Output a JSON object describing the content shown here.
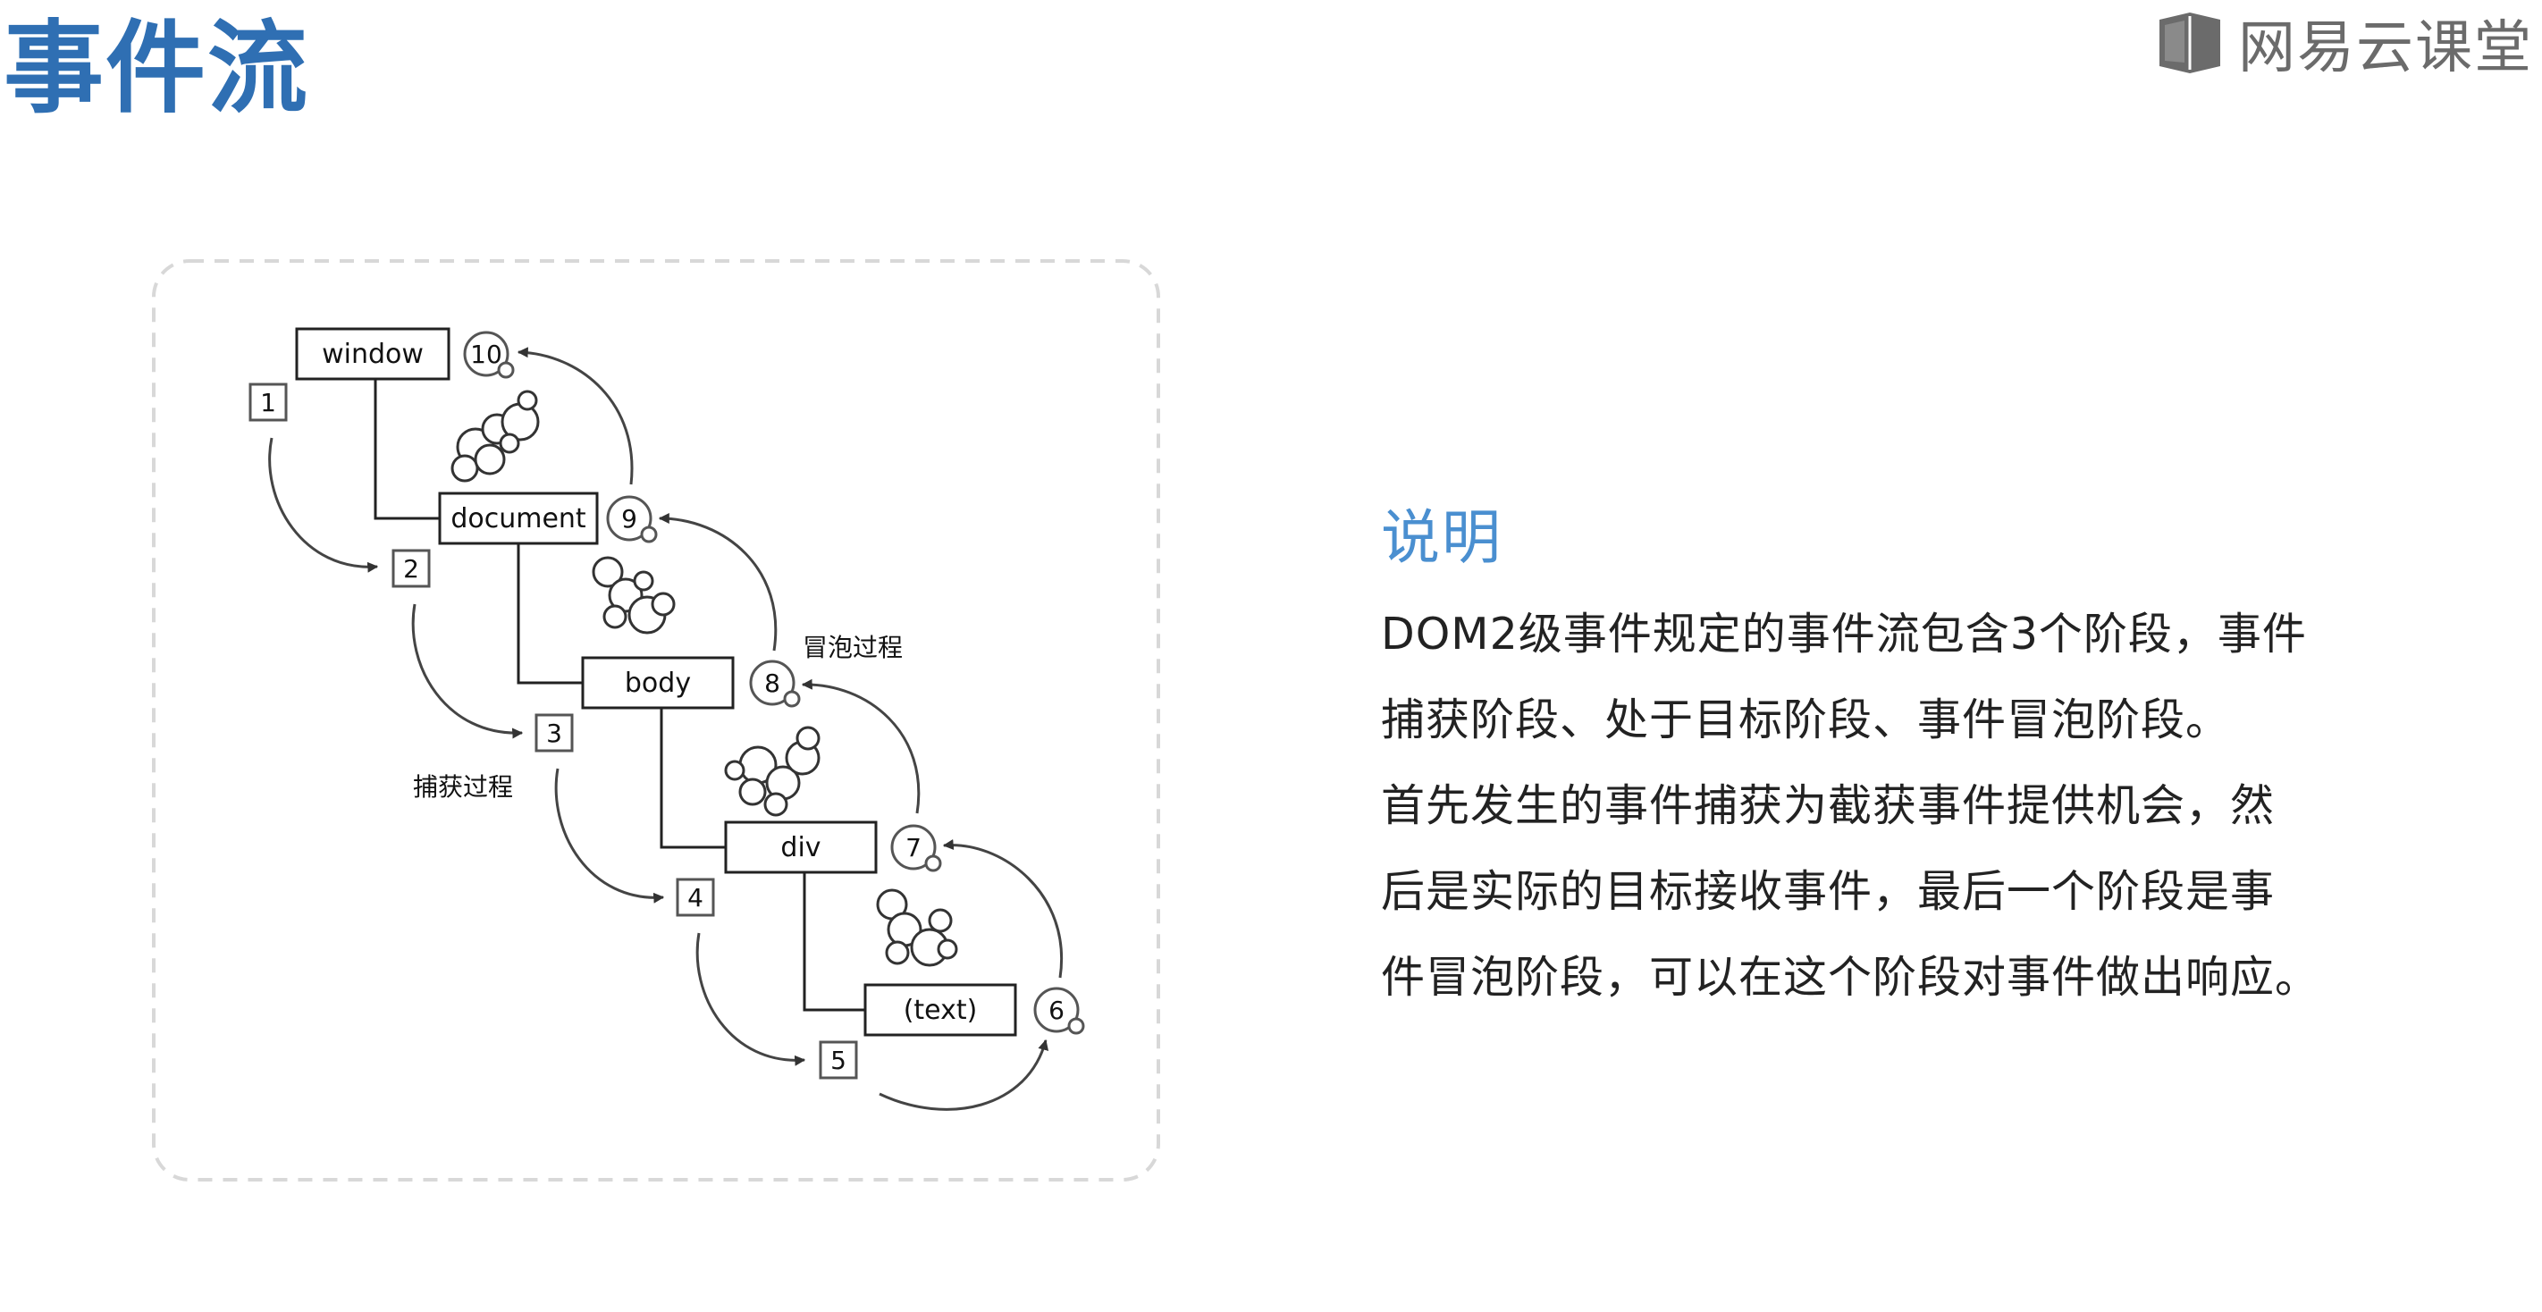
{
  "page_title": "事件流",
  "brand": {
    "name": "网易云课堂",
    "icon": "book-logo-icon"
  },
  "diagram": {
    "nodes": [
      "window",
      "document",
      "body",
      "div",
      "(text)"
    ],
    "capture_steps": [
      "1",
      "2",
      "3",
      "4",
      "5"
    ],
    "bubble_steps": [
      "6",
      "7",
      "8",
      "9",
      "10"
    ],
    "capture_label": "捕获过程",
    "bubble_label": "冒泡过程"
  },
  "explanation": {
    "heading": "说明",
    "lines": [
      "DOM2级事件规定的事件流包含3个阶段，事件",
      "捕获阶段、处于目标阶段、事件冒泡阶段。",
      "首先发生的事件捕获为截获事件提供机会，然",
      "后是实际的目标接收事件，最后一个阶段是事",
      "件冒泡阶段，可以在这个阶段对事件做出响应。"
    ]
  },
  "colors": {
    "title": "#2f6fb3",
    "heading": "#4a8fd0",
    "text": "#222222",
    "brand": "#6b6b6b"
  }
}
